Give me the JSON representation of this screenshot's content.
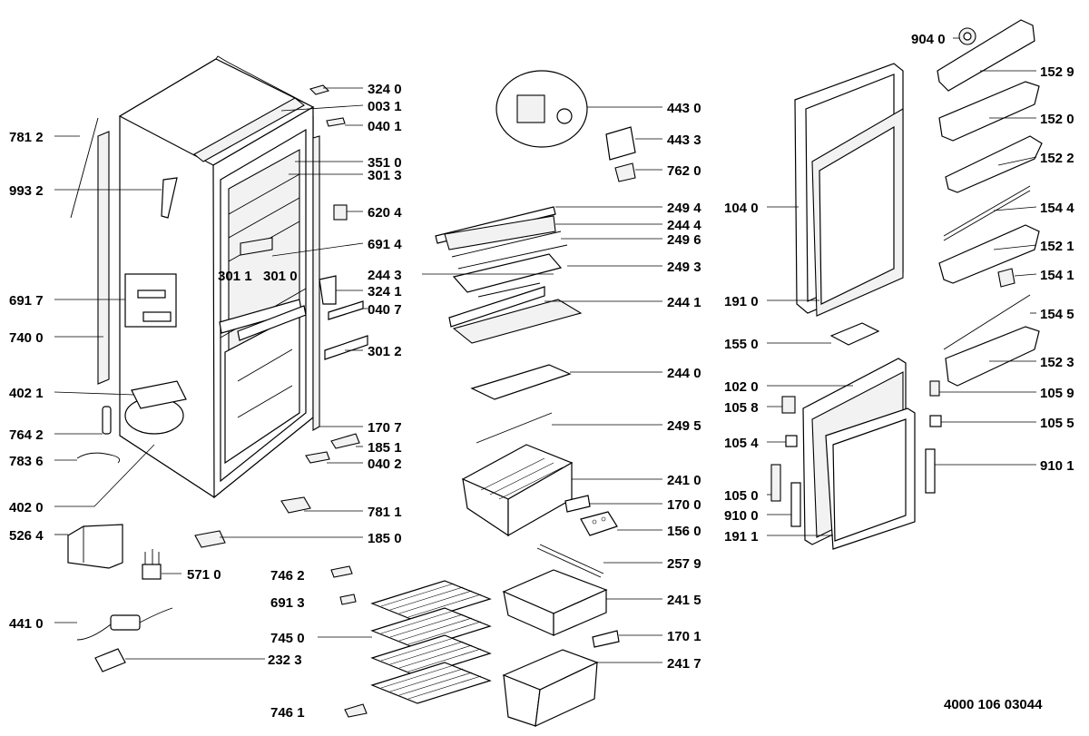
{
  "labels_left": [
    "781 2",
    "993 2",
    "691 7",
    "740 0",
    "402 1",
    "764 2",
    "783 6",
    "402 0",
    "526 4",
    "571 0",
    "441 0",
    "232 3"
  ],
  "labels_center": [
    "324 0",
    "003 1",
    "040 1",
    "351 0",
    "301 3",
    "620 4",
    "691 4",
    "301 1",
    "301 0",
    "324 1",
    "040 7",
    "301 2",
    "170 7",
    "185 1",
    "040 2",
    "781 1",
    "185 0",
    "746 2",
    "691 3",
    "745 0",
    "746 1"
  ],
  "labels_shelves": [
    "443 0",
    "443 3",
    "762 0",
    "249 4",
    "244 4",
    "249 6",
    "244 3",
    "249 3",
    "244 1",
    "244 0",
    "249 5",
    "241 0",
    "170 0",
    "156 0",
    "257 9",
    "241 5",
    "170 1",
    "241 7"
  ],
  "labels_door": [
    "104 0",
    "191 0",
    "155 0",
    "102 0",
    "105 8",
    "105 4",
    "105 0",
    "910 0",
    "191 1"
  ],
  "labels_right": [
    "904 0",
    "152 9",
    "152 0",
    "152 2",
    "154 4",
    "152 1",
    "154 1",
    "154 5",
    "152 3",
    "105 9",
    "105 5",
    "910 1"
  ],
  "reference_number": "4000 106 03044"
}
